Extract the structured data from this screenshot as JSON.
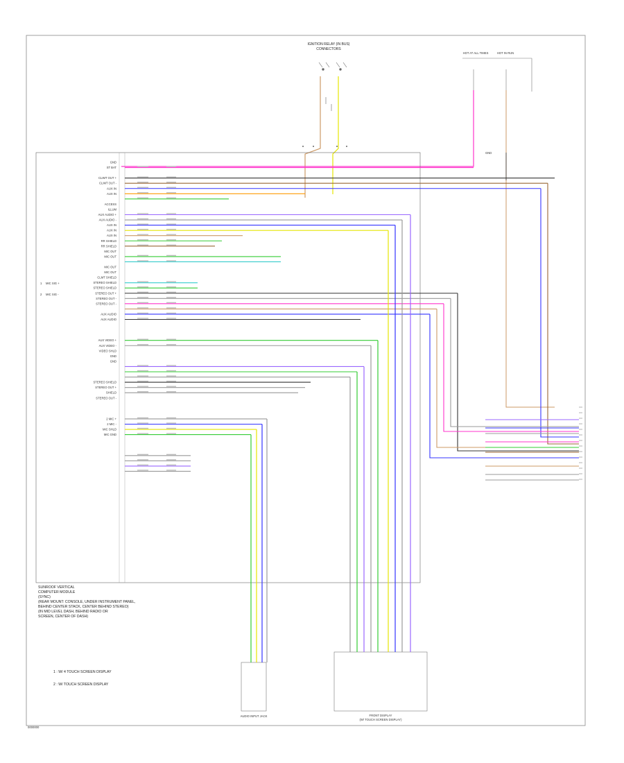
{
  "diagram": {
    "top_header": "IGNITION RELAY (IN BUS)",
    "top_header2": "CONNECTORS",
    "right_top_label_a": "HOT AT ALL TIMES",
    "right_top_label_b": "HOT IN RUN",
    "left_pin_labels": [
      "GND",
      "ST BAT",
      "",
      "CLIMT OUT +",
      "CLIMT OUT -",
      "AUX IN",
      "AUX IN",
      "",
      "ACCESS",
      "ILLUM",
      "AUX AUDIO +",
      "AUX AUDIO -",
      "AUX IN",
      "AUX IN",
      "AUX IN",
      "RR SHIELD",
      "RR SHIELD",
      "MIC OUT",
      "MIC OUT",
      "",
      "MIC OUT",
      "MIC OUT",
      "CLMT SHIELD",
      "STEREO SHIELD",
      "STEREO SHIELD",
      "STEREO OUT +",
      "STEREO OUT -",
      "STEREO OUT -",
      "",
      "AUX AUDIO",
      "AUX AUDIO",
      "",
      "",
      "",
      "AUX VIDEO +",
      "AUX VIDEO -",
      "VIDEO SHLD",
      "GND",
      "GND",
      "",
      "",
      "",
      "STEREO SHIELD",
      "STEREO OUT +",
      "SHIELD",
      "STEREO OUT -",
      "",
      "",
      "",
      "2 MIC +",
      "2 MIC -",
      "MIC SHLD",
      "MIC GND"
    ],
    "side_markers": [
      "1",
      "MIC SIG +",
      "2",
      "MIC SIG -"
    ],
    "module_notes": [
      "SUNROOF VERTICAL",
      "COMPUTER MODULE",
      "(SYNC)",
      "(REAR MOUNT: CONSOLE, UNDER INSTRUMENT PANEL,",
      "BEHIND CENTER STACK, CENTER BEHIND STEREO)",
      "(IN MID LEVEL DASH, BEHIND RADIO OR",
      "SCREEN, CENTER OF DASH)"
    ],
    "legend": [
      "1 : W/ 4 TOUCH SCREEN DISPLAY",
      "2 : W/ TOUCH SCREEN DISPLAY"
    ],
    "bottom_connector_label_left": "AUDIO INPUT JACK",
    "bottom_connector_label_right": "FRONT DISPLAY",
    "bottom_connector_sub_right": "(W/ TOUCH SCREEN DISPLAY)",
    "footer_code": "0000000",
    "right_gnd_label": "GND",
    "colors": {
      "pink": "#ff33cc",
      "orange": "#ff9900",
      "blue": "#3333ff",
      "green": "#33cc33",
      "yellow": "#e6e600",
      "violet": "#9966ff",
      "brown": "#996633",
      "gray": "#999999",
      "black": "#333333",
      "lightgreen": "#66ff66",
      "cyan": "#33cccc",
      "tan": "#cc9966"
    }
  }
}
